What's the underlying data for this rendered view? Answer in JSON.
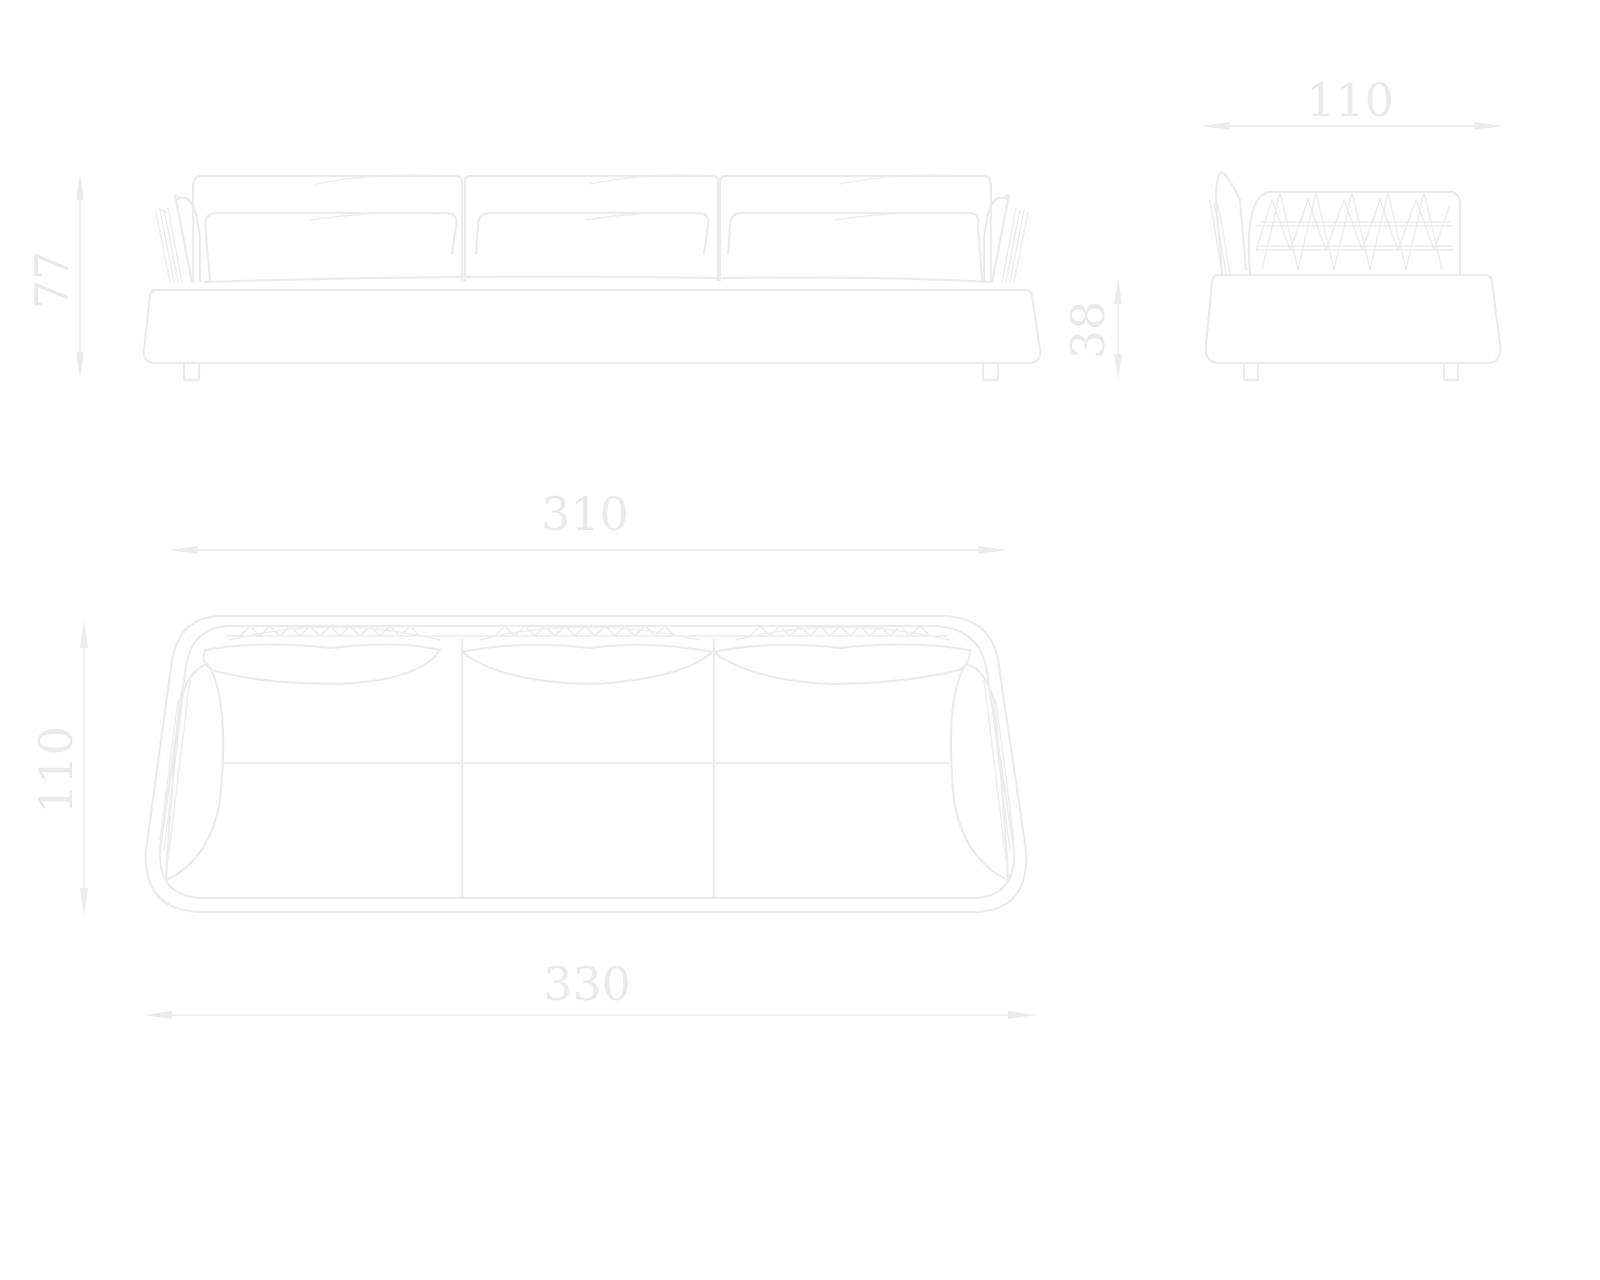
{
  "drawing": {
    "unit_color": "#ebebeb",
    "dimensions": {
      "front_height": "77",
      "seat_height": "38",
      "side_depth": "110",
      "top_inner_width": "310",
      "top_depth": "110",
      "top_overall_width": "330"
    }
  }
}
